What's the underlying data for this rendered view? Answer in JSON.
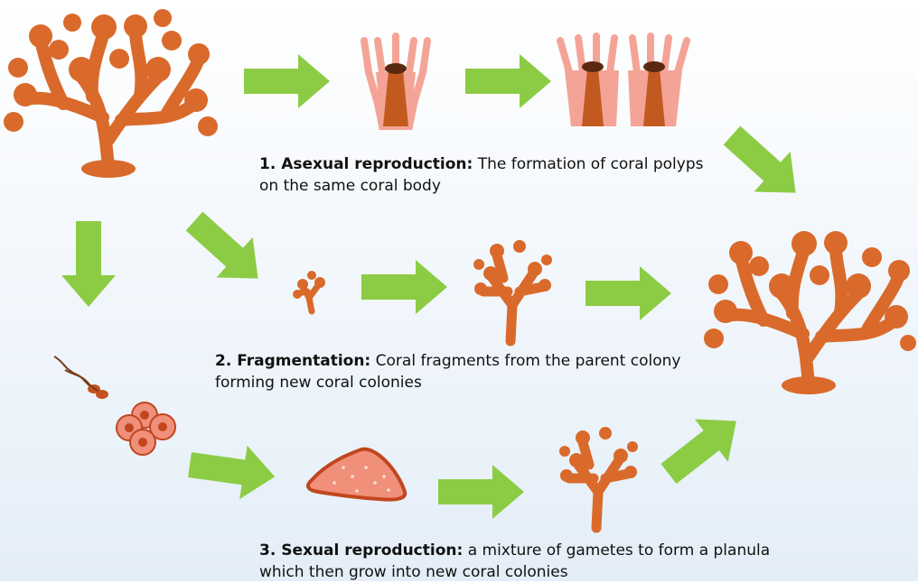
{
  "captions": {
    "asexual": {
      "title": "1. Asexual reproduction:",
      "text": " The formation of coral polyps",
      "line2": "on the same coral body"
    },
    "fragmentation": {
      "title": "2. Fragmentation:",
      "text": " Coral fragments from the parent colony",
      "line2": "forming new coral colonies"
    },
    "sexual": {
      "title": "3. Sexual reproduction:",
      "text": " a mixture of gametes to form a planula",
      "line2": "which then grow into new coral colonies"
    }
  },
  "colors": {
    "coral": "#d96a2b",
    "coral_light": "#f2917a",
    "polyp_pink": "#f4a496",
    "arrow": "#8ccc45",
    "planula_fill": "#f0907a",
    "planula_edge": "#c1461e"
  }
}
